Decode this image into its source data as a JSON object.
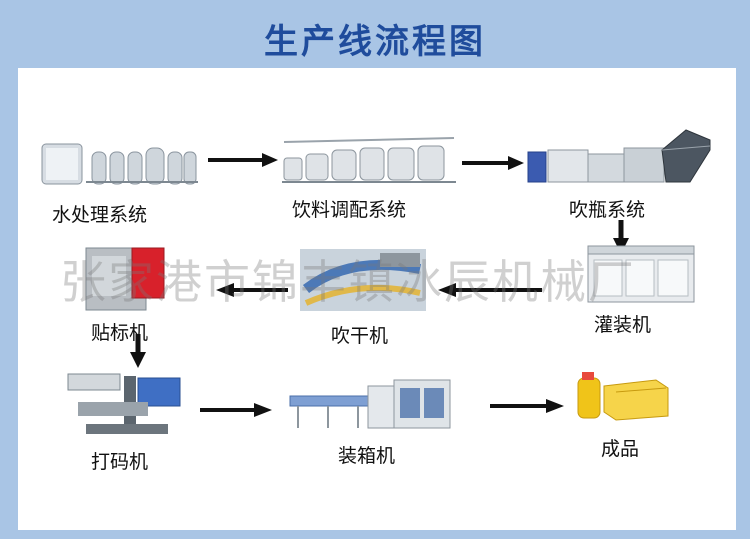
{
  "header": {
    "title": "生产线流程图"
  },
  "steps": [
    {
      "label": "水处理系统"
    },
    {
      "label": "饮料调配系统"
    },
    {
      "label": "吹瓶系统"
    },
    {
      "label": "灌装机"
    },
    {
      "label": "吹干机"
    },
    {
      "label": "贴标机"
    },
    {
      "label": "打码机"
    },
    {
      "label": "装箱机"
    },
    {
      "label": "成品"
    }
  ],
  "watermark": "张家港市锦丰镇冰辰机械厂",
  "colors": {
    "background": "#a9c5e5",
    "title": "#1f4c9c",
    "panel": "#ffffff",
    "arrow": "#111111"
  }
}
